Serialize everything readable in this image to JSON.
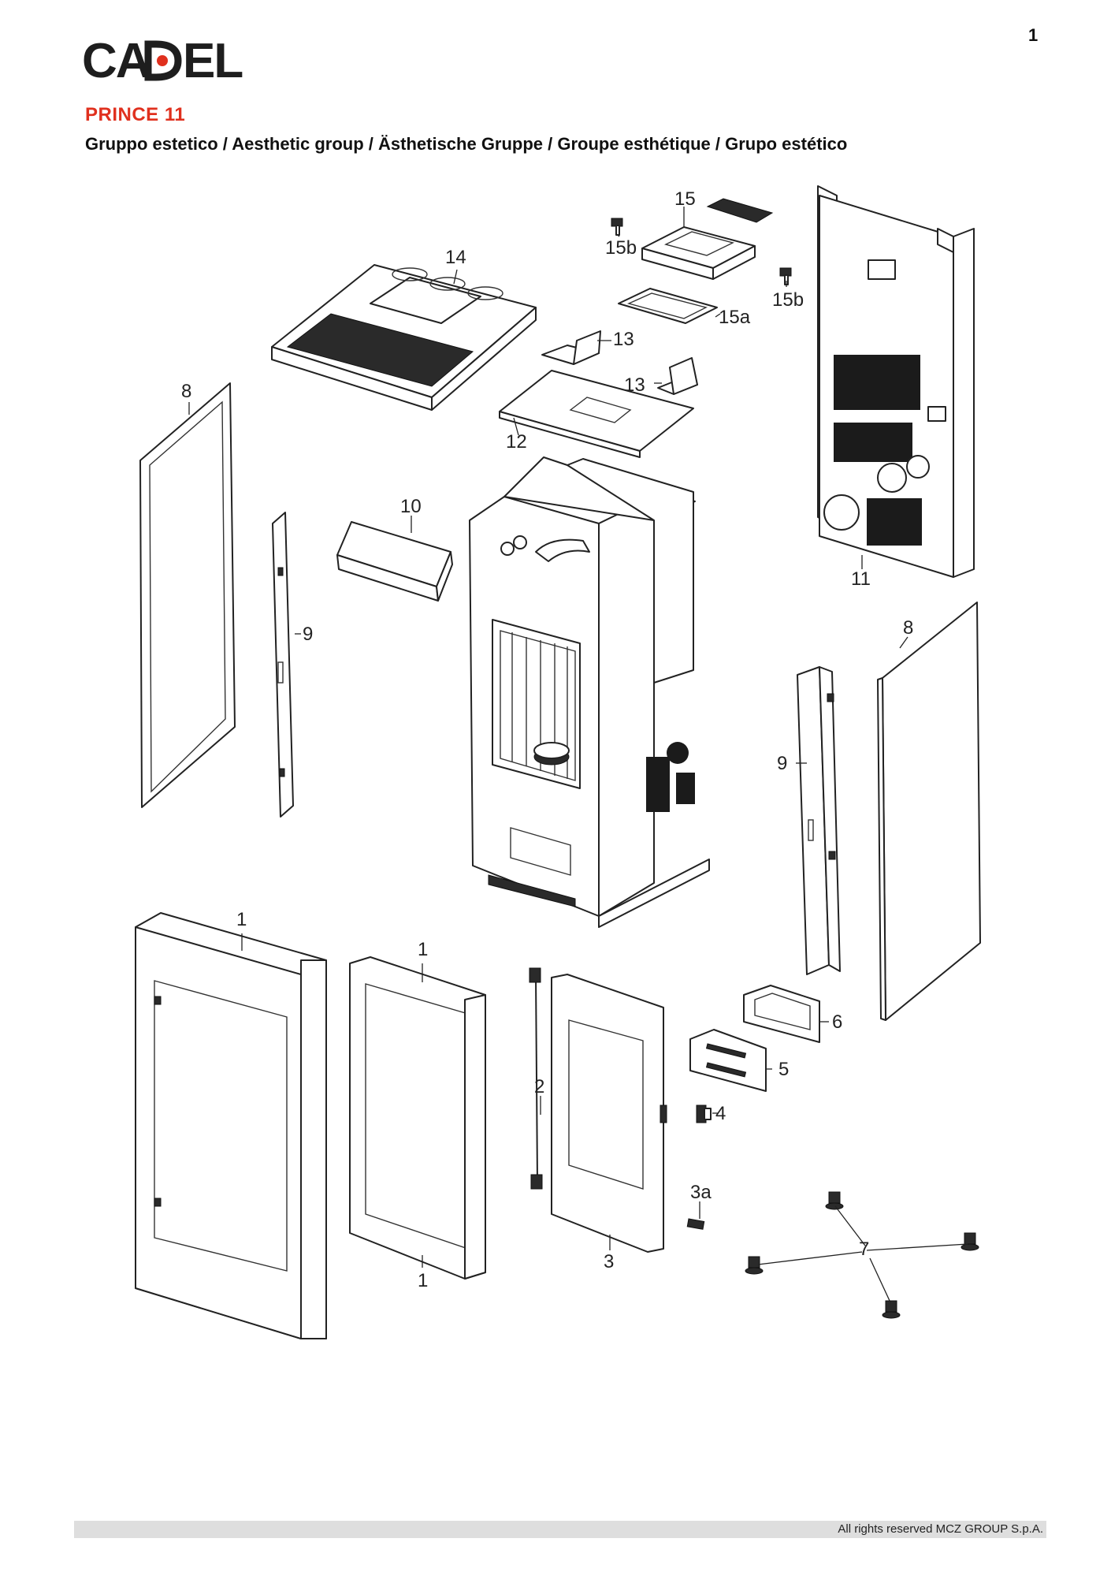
{
  "page": {
    "number": "1"
  },
  "brand": {
    "name": "CADEL",
    "accent_color": "#e0301e"
  },
  "header": {
    "model": "PRINCE 11",
    "subtitle": "Gruppo estetico / Aesthetic group / Ästhetische Gruppe / Groupe esthétique / Grupo estético"
  },
  "diagram": {
    "callouts": {
      "c1_top_left": "1",
      "c1_top_mid": "1",
      "c1_bottom": "1",
      "c2": "2",
      "c3": "3",
      "c3a": "3a",
      "c4": "4",
      "c5": "5",
      "c6": "6",
      "c7": "7",
      "c8_left": "8",
      "c8_right": "8",
      "c9_left": "9",
      "c9_right": "9",
      "c10": "10",
      "c11": "11",
      "c12": "12",
      "c13_a": "13",
      "c13_b": "13",
      "c14": "14",
      "c15": "15",
      "c15a": "15a",
      "c15b_left": "15b",
      "c15b_right": "15b"
    }
  },
  "footer": {
    "copyright": "All rights reserved MCZ GROUP S.p.A."
  }
}
